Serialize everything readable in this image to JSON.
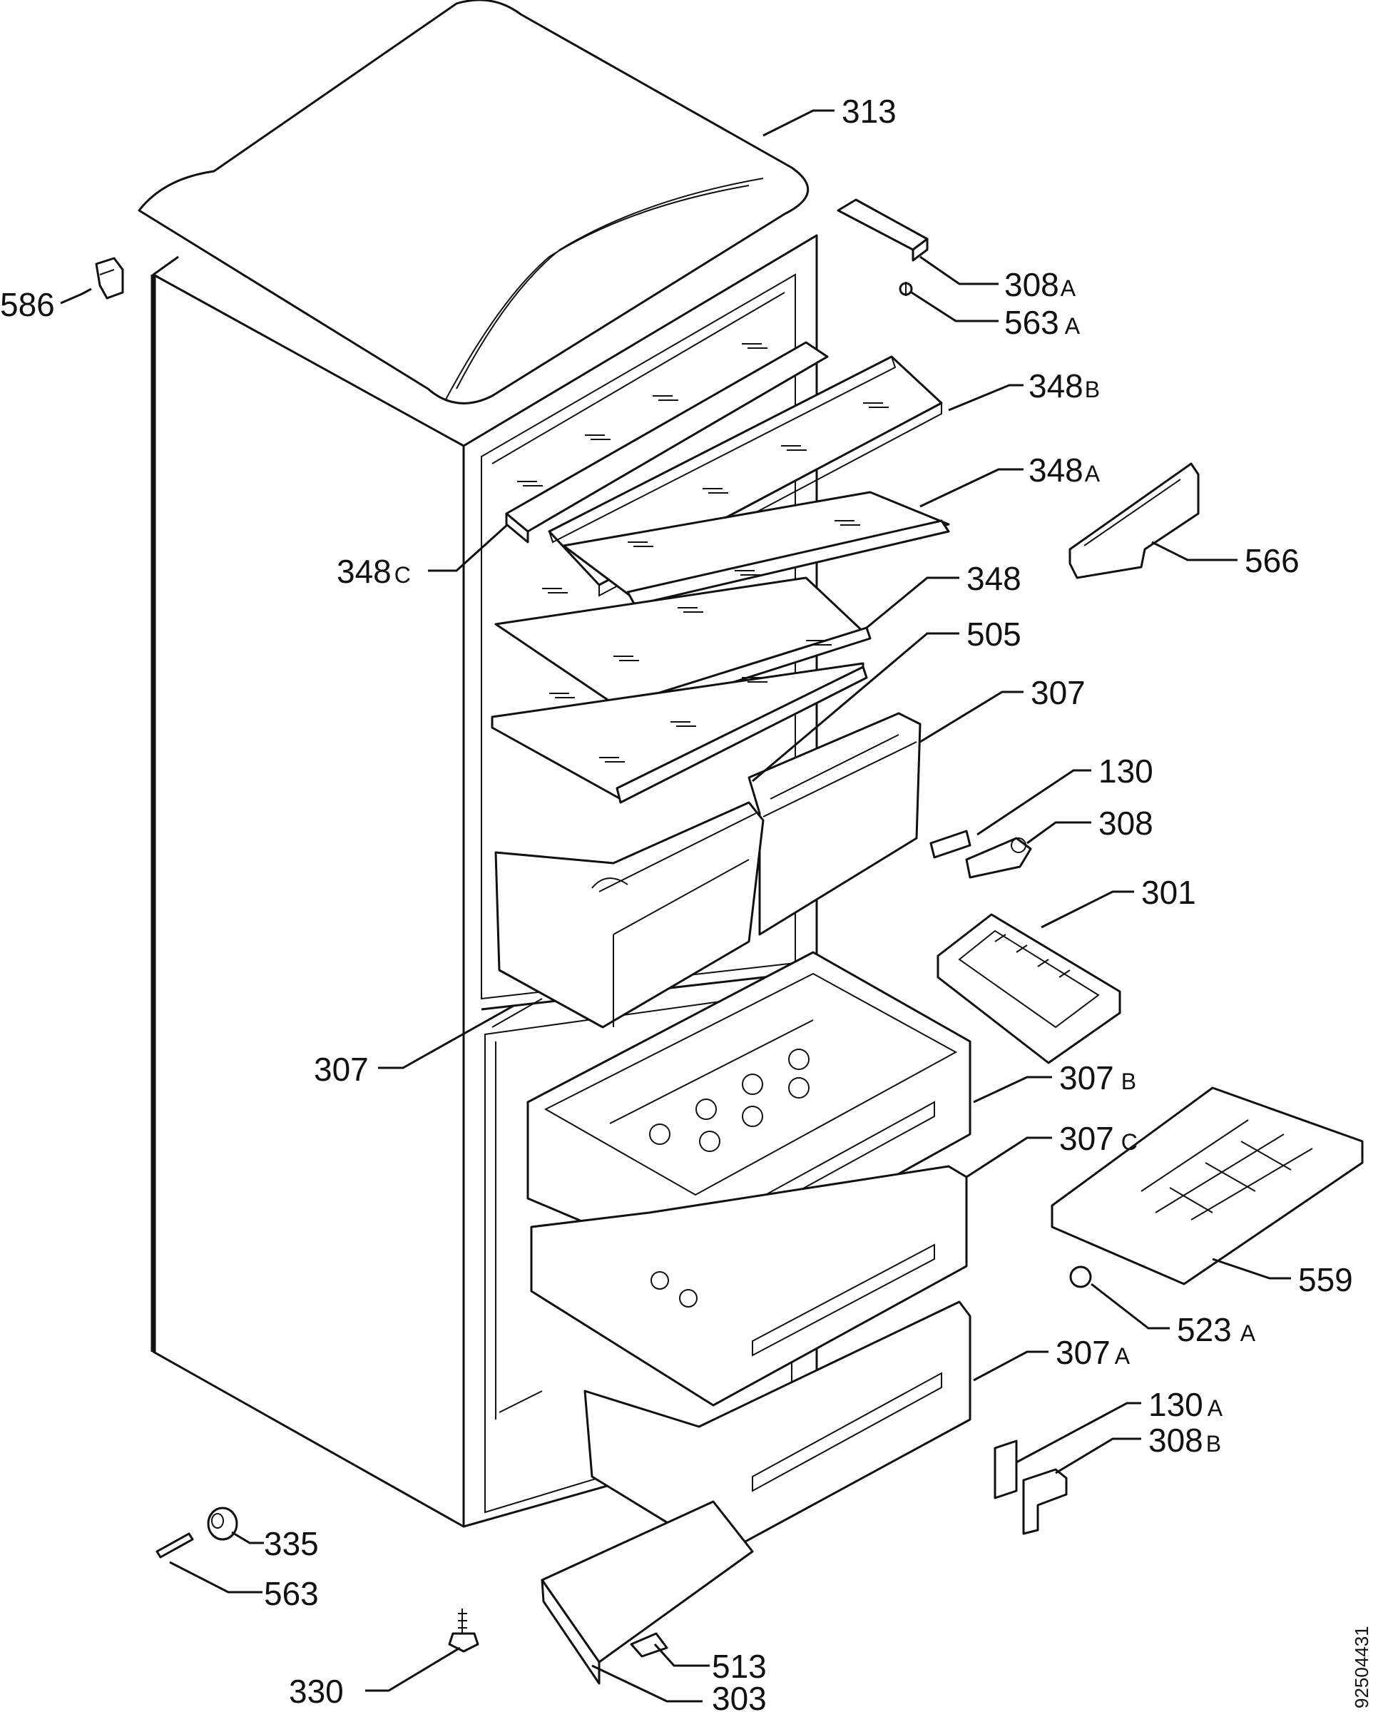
{
  "labels": [
    {
      "id": "313",
      "num": "313",
      "suffix": ""
    },
    {
      "id": "586",
      "num": "586",
      "suffix": ""
    },
    {
      "id": "308A",
      "num": "308",
      "suffix": "A"
    },
    {
      "id": "563A",
      "num": "563",
      "suffix": "A"
    },
    {
      "id": "348B",
      "num": "348",
      "suffix": "B"
    },
    {
      "id": "348A",
      "num": "348",
      "suffix": "A"
    },
    {
      "id": "566",
      "num": "566",
      "suffix": ""
    },
    {
      "id": "348C",
      "num": "348",
      "suffix": "C"
    },
    {
      "id": "348",
      "num": "348",
      "suffix": ""
    },
    {
      "id": "505",
      "num": "505",
      "suffix": ""
    },
    {
      "id": "307",
      "num": "307",
      "suffix": ""
    },
    {
      "id": "130",
      "num": "130",
      "suffix": ""
    },
    {
      "id": "308",
      "num": "308",
      "suffix": ""
    },
    {
      "id": "301",
      "num": "301",
      "suffix": ""
    },
    {
      "id": "307L",
      "num": "307",
      "suffix": ""
    },
    {
      "id": "307B",
      "num": "307",
      "suffix": "B"
    },
    {
      "id": "307C",
      "num": "307",
      "suffix": "C"
    },
    {
      "id": "559",
      "num": "559",
      "suffix": ""
    },
    {
      "id": "523A",
      "num": "523",
      "suffix": "A"
    },
    {
      "id": "307A",
      "num": "307",
      "suffix": "A"
    },
    {
      "id": "130A",
      "num": "130",
      "suffix": "A"
    },
    {
      "id": "308B",
      "num": "308",
      "suffix": "B"
    },
    {
      "id": "335",
      "num": "335",
      "suffix": ""
    },
    {
      "id": "563",
      "num": "563",
      "suffix": ""
    },
    {
      "id": "513",
      "num": "513",
      "suffix": ""
    },
    {
      "id": "330",
      "num": "330",
      "suffix": ""
    },
    {
      "id": "303",
      "num": "303",
      "suffix": ""
    }
  ],
  "drawing_number": "92504431"
}
